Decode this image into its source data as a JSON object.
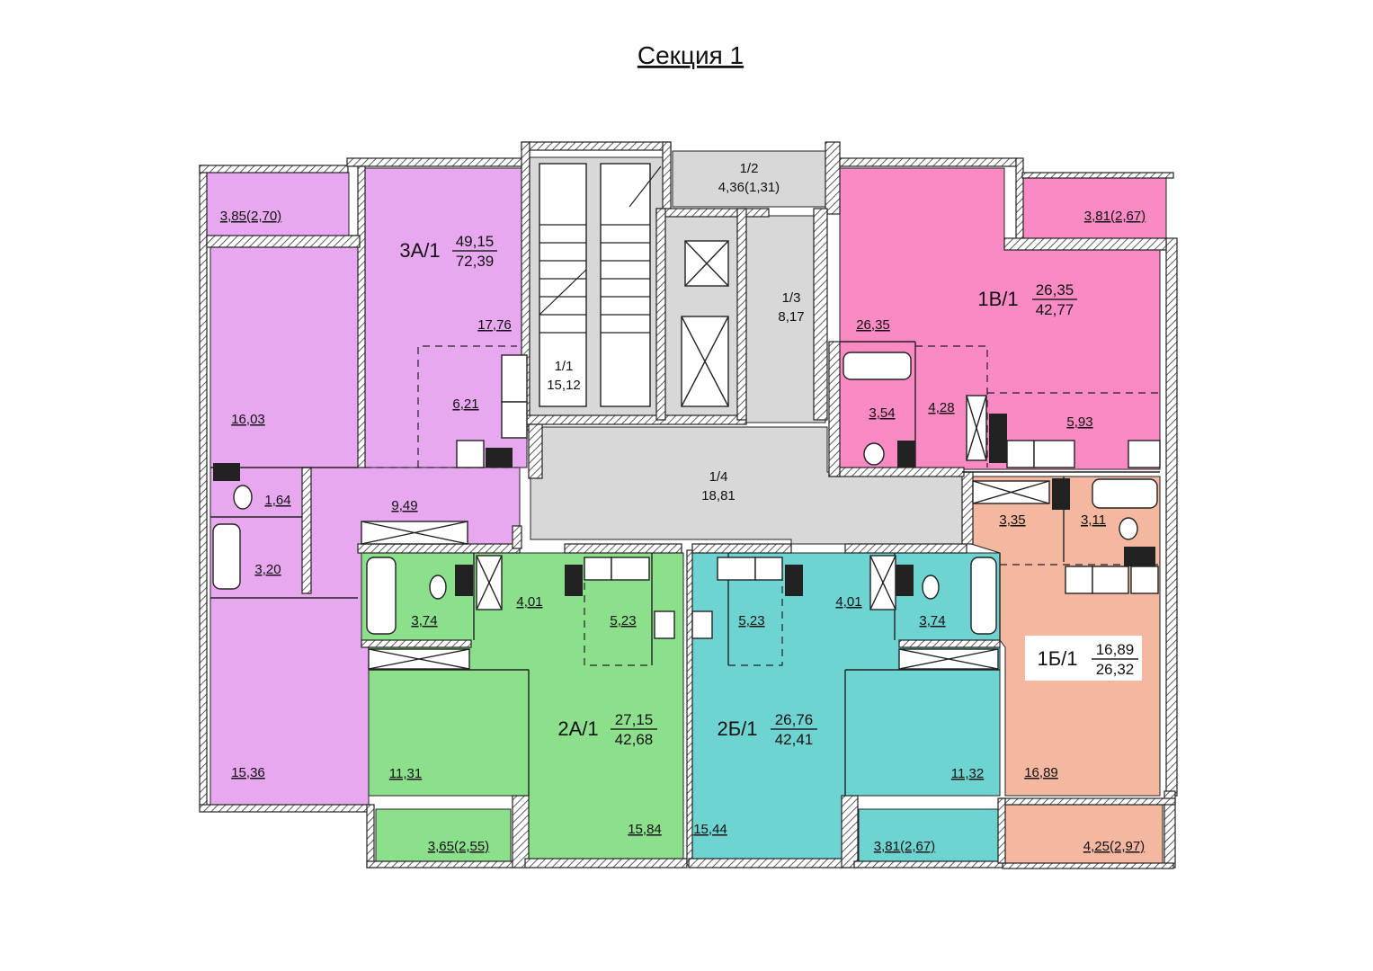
{
  "title": "Секция 1",
  "colors": {
    "apt_3a": "#e8a8f0",
    "apt_1v": "#f98ac4",
    "apt_2a": "#8ce08c",
    "apt_2b": "#6dd4d1",
    "apt_1b": "#f4b79f",
    "common": "#d8d8d8",
    "wall": "#222222"
  },
  "apartments": [
    {
      "name": "3А/1",
      "living": "49,15",
      "total": "72,39"
    },
    {
      "name": "1В/1",
      "living": "26,35",
      "total": "42,77"
    },
    {
      "name": "2А/1",
      "living": "27,15",
      "total": "42,68"
    },
    {
      "name": "2Б/1",
      "living": "26,76",
      "total": "42,41"
    },
    {
      "name": "1Б/1",
      "living": "16,89",
      "total": "26,32"
    }
  ],
  "common_areas": [
    {
      "label": "1/1",
      "area": "15,12"
    },
    {
      "label": "1/2",
      "area": "4,36(1,31)"
    },
    {
      "label": "1/3",
      "area": "8,17"
    },
    {
      "label": "1/4",
      "area": "18,81"
    }
  ],
  "rooms": {
    "a3_balcony": "3,85(2,70)",
    "a3_kitchen": "17,76",
    "a3_dining": "6,21",
    "a3_room1": "16,03",
    "a3_wc": "1,64",
    "a3_hall": "9,49",
    "a3_bath": "3,20",
    "a3_room2": "15,36",
    "v1_balcony": "3,81(2,67)",
    "v1_room": "26,35",
    "v1_bath": "3,54",
    "v1_hall": "4,28",
    "v1_kitchen": "5,93",
    "b1_hall": "3,35",
    "b1_bath": "3,11",
    "b1_room": "16,89",
    "b1_balcony": "4,25(2,97)",
    "a2_bath": "3,74",
    "a2_hall": "4,01",
    "a2_kitchen": "5,23",
    "a2_room1": "11,31",
    "a2_room2": "15,84",
    "a2_balcony": "3,65(2,55)",
    "b2_kitchen": "5,23",
    "b2_hall": "4,01",
    "b2_bath": "3,74",
    "b2_room1": "15,44",
    "b2_room2": "11,32",
    "b2_balcony": "3,81(2,67)"
  }
}
